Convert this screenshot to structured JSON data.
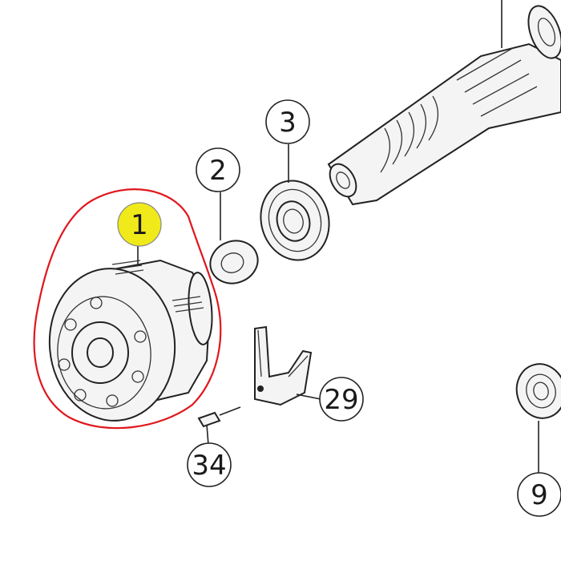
{
  "callouts": {
    "c1": {
      "label": "1",
      "highlight": "#f0ea1a"
    },
    "c2": {
      "label": "2"
    },
    "c3": {
      "label": "3"
    },
    "c9": {
      "label": "9"
    },
    "c29": {
      "label": "29"
    },
    "c34": {
      "label": "34"
    }
  },
  "colors": {
    "selection_outline": "#e0161c",
    "line": "#222222",
    "background": "#ffffff"
  }
}
